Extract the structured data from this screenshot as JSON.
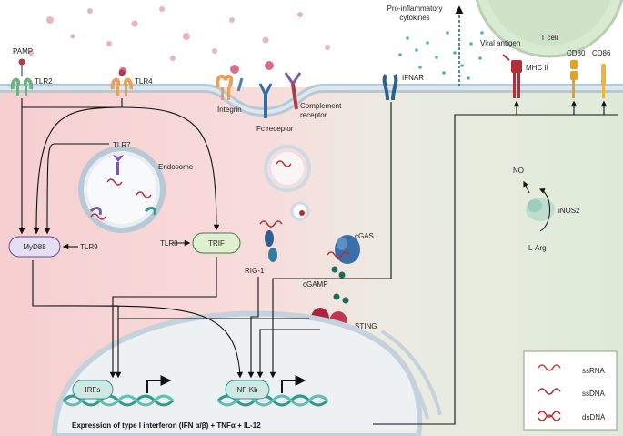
{
  "labels": {
    "pamp": "PAMP",
    "tlr2": "TLR2",
    "tlr4": "TLR4",
    "integrin": "Integrin",
    "fc_receptor": "Fc receptor",
    "complement_receptor_1": "Complement",
    "complement_receptor_2": "receptor",
    "cytokines_1": "Pro-inflammatory",
    "cytokines_2": "cytokines",
    "ifnar": "IFNAR",
    "viral_antigen": "Viral antigen",
    "mhc2": "MHC II",
    "cd80": "CD80",
    "cd86": "CD86",
    "t_cell": "T cell",
    "tlr7": "TLR7",
    "endosome": "Endosome",
    "myd88": "MyD88",
    "tlr9": "TLR9",
    "tlr3": "TLR3",
    "trif": "TRIF",
    "rig1": "RIG-1",
    "cgas": "cGAS",
    "cgamp": "cGAMP",
    "sting": "STING",
    "no": "NO",
    "inos2": "iNOS2",
    "l_arg": "L-Arg",
    "irfs": "IRFs",
    "nfkb": "NF-Kb",
    "expression": "Expression of type I interferon (IFN α/β) + TNFα + IL-12"
  },
  "legend": {
    "ssrna": "ssRNA",
    "ssdna": "ssDNA",
    "dsdna": "dsDNA"
  },
  "colors": {
    "cytoplasm_left": "#f6d2d2",
    "cytoplasm_right": "#e1ecdc",
    "membrane": "#b5c7d4",
    "myd88_fill": "#e6def3",
    "trif_fill": "#dff0d2",
    "dna_teal": "#2e9a8f",
    "t_cell_fill": "#cfe3c8",
    "legend_ssrna": "#d23a32",
    "legend_ssdna": "#a02a2a",
    "legend_dsdna": "#c0282e"
  }
}
